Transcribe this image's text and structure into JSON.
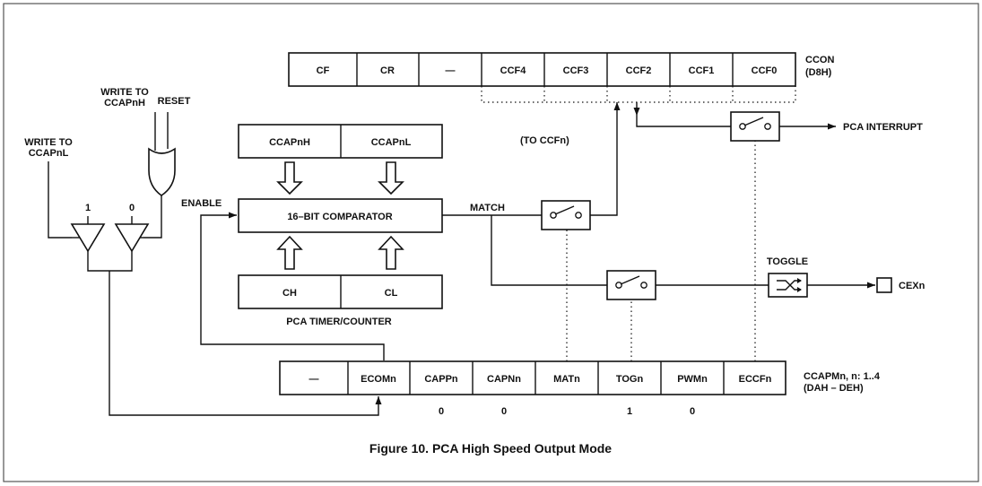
{
  "ccon": {
    "cells": [
      "CF",
      "CR",
      "—",
      "CCF4",
      "CCF3",
      "CCF2",
      "CCF1",
      "CCF0"
    ],
    "name": "CCON",
    "address": "(D8H)"
  },
  "ccapm": {
    "cells": [
      "—",
      "ECOMn",
      "CAPPn",
      "CAPNn",
      "MATn",
      "TOGn",
      "PWMn",
      "ECCFn"
    ],
    "bits": [
      "",
      "",
      "0",
      "0",
      "",
      "1",
      "0",
      ""
    ],
    "name": "CCAPMn, n: 1..4",
    "address": "(DAH – DEH)"
  },
  "capture_regs": {
    "high": "CCAPnH",
    "low": "CCAPnL"
  },
  "timer_regs": {
    "high": "CH",
    "low": "CL",
    "caption": "PCA TIMER/COUNTER"
  },
  "comparator": {
    "label": "16–BIT COMPARATOR"
  },
  "labels": {
    "write_ccapnh": [
      "WRITE TO",
      "CCAPnH"
    ],
    "reset": "RESET",
    "write_ccapnl": [
      "WRITE TO",
      "CCAPnL"
    ],
    "buffer_one": "1",
    "buffer_zero": "0",
    "enable": "ENABLE",
    "match": "MATCH",
    "to_ccfn": "(TO CCFn)",
    "pca_interrupt": "PCA INTERRUPT",
    "toggle": "TOGGLE",
    "cexn": "CEXn"
  },
  "caption": "Figure 10.  PCA High Speed Output Mode"
}
